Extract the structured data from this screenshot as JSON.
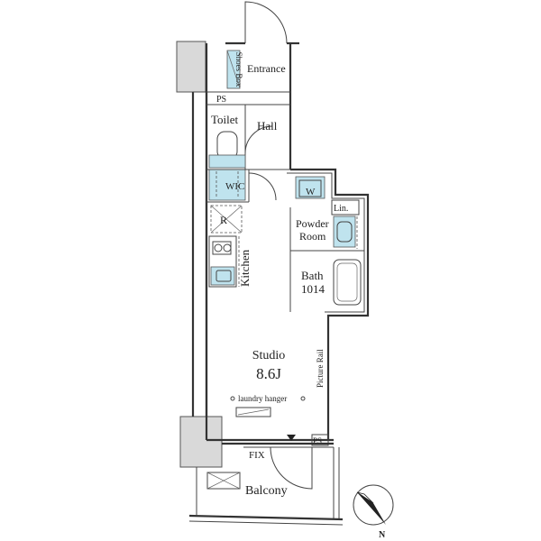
{
  "labels": {
    "shoes_box": "Shoes Box",
    "entrance": "Entrance",
    "ps_top": "PS",
    "toilet": "Toilet",
    "hall": "Hall",
    "wic": "WIC",
    "w": "W",
    "lin": "Lin.",
    "powder_room_1": "Powder",
    "powder_room_2": "Room",
    "r": "R",
    "kitchen": "Kitchen",
    "bath_1": "Bath",
    "bath_2": "1014",
    "studio": "Studio",
    "studio_size": "8.6J",
    "picture_rail": "Picture Rail",
    "laundry_hanger": "laundry hanger",
    "ps_bottom": "PS",
    "fix": "FIX",
    "balcony": "Balcony",
    "compass_n": "N"
  },
  "colors": {
    "wall": "#333333",
    "shaded": "#d9d9d9",
    "water_area": "#bfe3ee",
    "background": "#ffffff"
  }
}
